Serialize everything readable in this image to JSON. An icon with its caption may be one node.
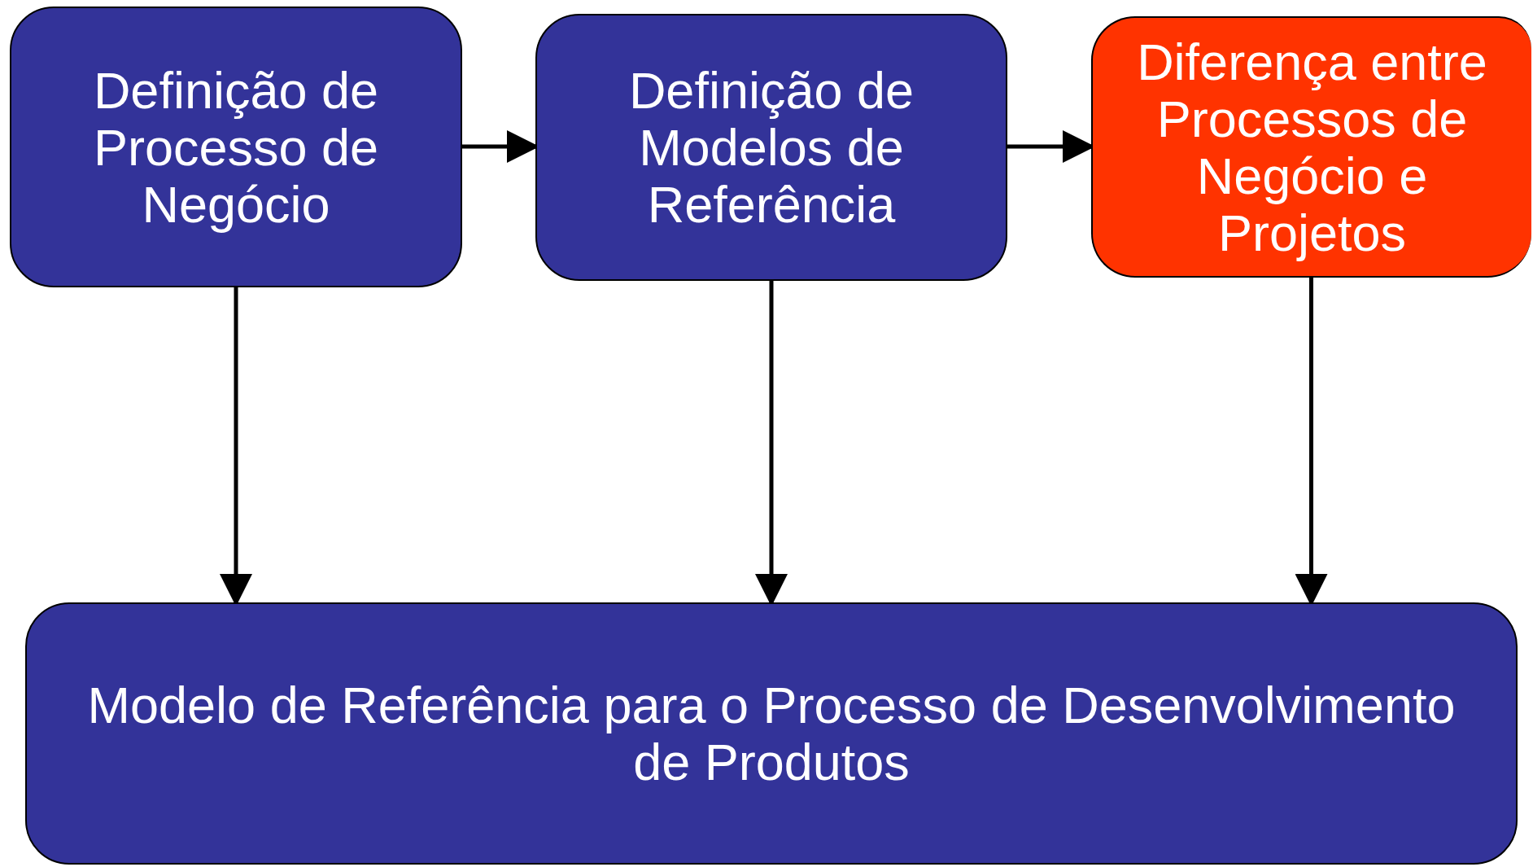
{
  "diagram": {
    "nodes": [
      {
        "text": [
          "Definição de Processo de Negócio"
        ]
      },
      {
        "text": [
          "Definição de Modelos de Referência"
        ]
      },
      {
        "text": [
          "Diferença entre Processos de Negócio e Projetos"
        ]
      },
      {
        "text": [
          "Modelo de Referência para o Processo de Desenvolvimento de Produtos"
        ]
      }
    ],
    "edges": [
      {
        "from": 0,
        "to": 1,
        "arrow": "to"
      },
      {
        "from": 1,
        "to": 2,
        "arrow": "to"
      },
      {
        "from": 0,
        "to": 3,
        "arrow": "to"
      },
      {
        "from": 1,
        "to": 3,
        "arrow": "to"
      },
      {
        "from": 2,
        "to": 3,
        "arrow": "to"
      }
    ]
  }
}
